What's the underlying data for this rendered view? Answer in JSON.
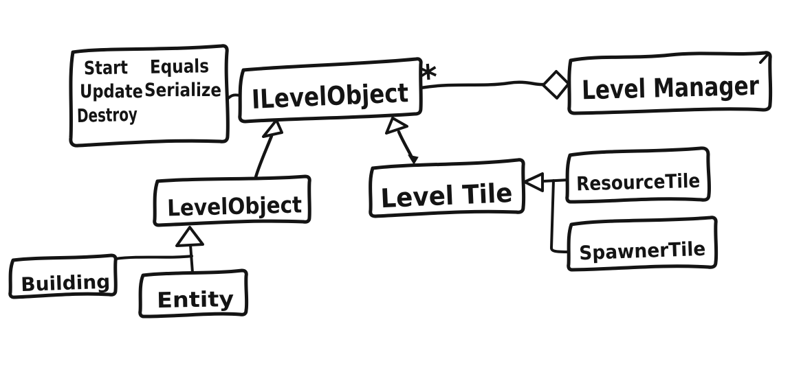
{
  "diagram": {
    "kind": "hand-drawn UML class diagram",
    "ink_color": "#141414",
    "background_color": "#ffffff",
    "nodes": {
      "methods_note": {
        "start": "Start",
        "equals": "Equals",
        "update": "Update",
        "serialize": "Serialize",
        "destroy": "Destroy"
      },
      "ilevelobject": "ILevelObject",
      "levelmanager": "Level Manager",
      "levelobject": "LevelObject",
      "leveltile": "Level Tile",
      "resourcetile": "ResourceTile",
      "spawnertile": "SpawnerTile",
      "building": "Building",
      "entity": "Entity"
    },
    "edges": {
      "aggregation_multiplicity": "*",
      "relations": [
        {
          "from": "ILevelObject",
          "to": "Level Manager",
          "type": "aggregation",
          "multiplicity": "*"
        },
        {
          "from": "methods note",
          "to": "ILevelObject",
          "type": "attachment"
        },
        {
          "from": "LevelObject",
          "to": "ILevelObject",
          "type": "realization"
        },
        {
          "from": "Level Tile",
          "to": "ILevelObject",
          "type": "realization"
        },
        {
          "from": "Building",
          "to": "LevelObject",
          "type": "inheritance"
        },
        {
          "from": "Entity",
          "to": "LevelObject",
          "type": "inheritance"
        },
        {
          "from": "ResourceTile",
          "to": "Level Tile",
          "type": "inheritance"
        },
        {
          "from": "SpawnerTile",
          "to": "Level Tile",
          "type": "inheritance"
        }
      ]
    }
  }
}
